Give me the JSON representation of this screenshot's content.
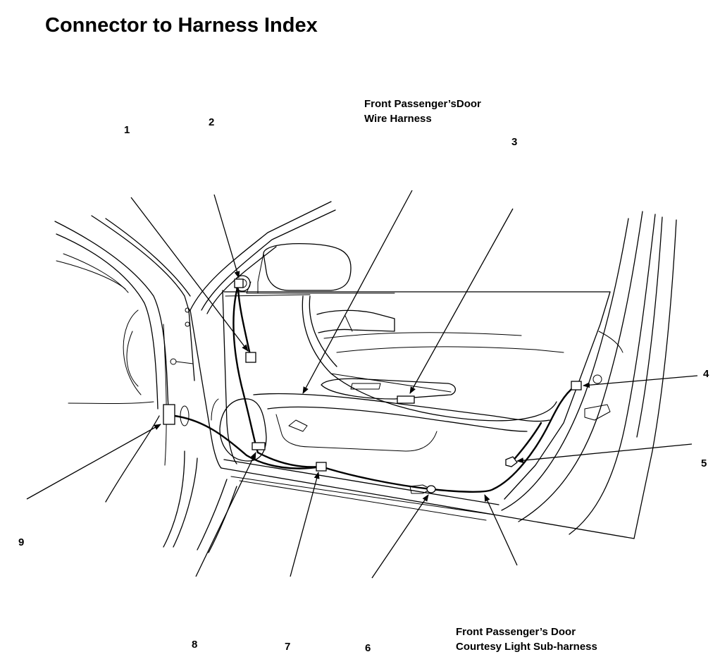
{
  "title": "Connector to Harness Index",
  "harness_labels": {
    "door_wire_harness": [
      "Front Passenger’sDoor",
      "Wire Harness"
    ],
    "courtesy_light_sub_harness": [
      "Front Passenger’s Door",
      "Courtesy Light Sub-harness"
    ]
  },
  "connector_numbers": [
    "1",
    "2",
    "3",
    "4",
    "5",
    "6",
    "7",
    "8",
    "9"
  ]
}
